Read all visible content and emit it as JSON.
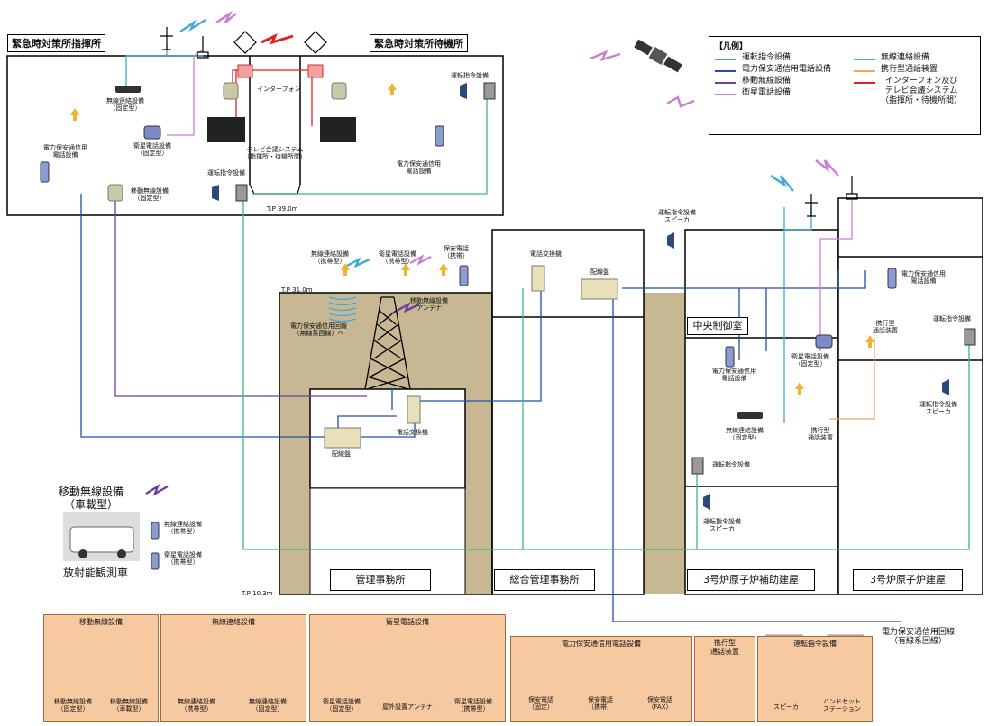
{
  "buildings": {
    "command": "緊急時対策所指揮所",
    "standby": "緊急時対策所待機所",
    "mgmt": "管理事務所",
    "general_mgmt": "総合管理事務所",
    "aux": "3号炉原子炉補助建屋",
    "reactor": "3号炉原子炉建屋",
    "control_room": "中央制御室"
  },
  "elevations": {
    "tp39": "T.P 39.0m",
    "tp31": "T.P 31.0m",
    "tp10": "T.P 10.3m"
  },
  "legend": {
    "title": "【凡例】",
    "items": [
      {
        "label": "運転指令設備",
        "color": "#3cb878"
      },
      {
        "label": "電力保安通信用電話設備",
        "color": "#1f4fa0"
      },
      {
        "label": "移動無線設備",
        "color": "#6a3fa0"
      },
      {
        "label": "衛星電話設備",
        "color": "#c77fd1"
      },
      {
        "label": "無線連絡設備",
        "color": "#3fa9d8"
      },
      {
        "label": "携行型通話装置",
        "color": "#f4a460"
      },
      {
        "label": "インターフォン及び\nテレビ会議システム\n（指揮所・待機所間）",
        "color": "#e02020"
      }
    ]
  },
  "labels": {
    "intercom": "インターフォン",
    "tv_conf": "テレビ会議システム\n（指揮所・待機所間）",
    "radio_fixed_cmd": "無線連絡設備\n（固定型）",
    "sat_fixed_cmd": "衛星電話設備\n（固定型）",
    "power_phone_cmd": "電力保安通信用\n電話設備",
    "mobile_radio_fixed_cmd": "移動無線設備\n（固定型）",
    "op_cmd_cmd": "運転指令設備",
    "op_cmd_standby": "運転指令設備",
    "power_phone_standby": "電力保安通信用\n電話設備",
    "radio_portable": "無線連絡設備\n（携帯型）",
    "sat_portable": "衛星電話設備\n（携帯型）",
    "security_portable": "保安電話\n（携帯）",
    "mobile_antenna": "移動無線設備\nアンテナ",
    "to_power_wireless": "電力保安通信用回線\n（無線系回線）へ",
    "exchange1": "電話交換機",
    "exchange2": "電話交換機",
    "mdf1": "配線盤",
    "mdf2": "配線盤",
    "op_speaker_top": "運転指令設備\nスピーカ",
    "power_phone_cr": "電力保安通信用\n電話設備",
    "sat_fixed_cr": "衛星電話設備\n（固定型）",
    "radio_fixed_cr": "無線連絡設備\n（固定型）",
    "portable_talk1": "携行型\n通話装置",
    "portable_talk2": "携行型\n通話装置",
    "op_cmd_cr": "運転指令設備",
    "op_speaker_cr": "運転指令設備\nスピーカ",
    "power_phone_rx": "電力保安通信用\n電話設備",
    "op_cmd_rx": "運転指令設備",
    "op_speaker_rx": "運転指令設備\nスピーカ",
    "vehicle_title": "移動無線設備\n（車載型）",
    "vehicle_radio": "無線連絡設備\n（携帯型）",
    "vehicle_sat": "衛星電話設備\n（携帯型）",
    "vehicle_name": "放射能観測車",
    "wired_line": "電力保安通信用回線\n（有線系回線）"
  },
  "panels": [
    {
      "title": "移動無線設備",
      "items": [
        "移動無線設備\n（固定型）",
        "移動無線設備\n（車載型）"
      ]
    },
    {
      "title": "無線連絡設備",
      "items": [
        "無線連絡設備\n（携帯型）",
        "無線連絡設備\n（固定型）"
      ]
    },
    {
      "title": "衛星電話設備",
      "items": [
        "衛星電話設備\n（固定型）",
        "屋外設置アンテナ",
        "衛星電話設備\n（携帯型）"
      ]
    },
    {
      "title": "電力保安通信用電話設備",
      "items": [
        "保安電話\n（固定）",
        "保安電話\n（携帯）",
        "保安電話\n（FAX）"
      ]
    },
    {
      "title": "携行型\n通話装置",
      "items": [
        ""
      ]
    },
    {
      "title": "運転指令設備",
      "items": [
        "スピーカ",
        "ハンドセット\nステーション"
      ]
    }
  ]
}
